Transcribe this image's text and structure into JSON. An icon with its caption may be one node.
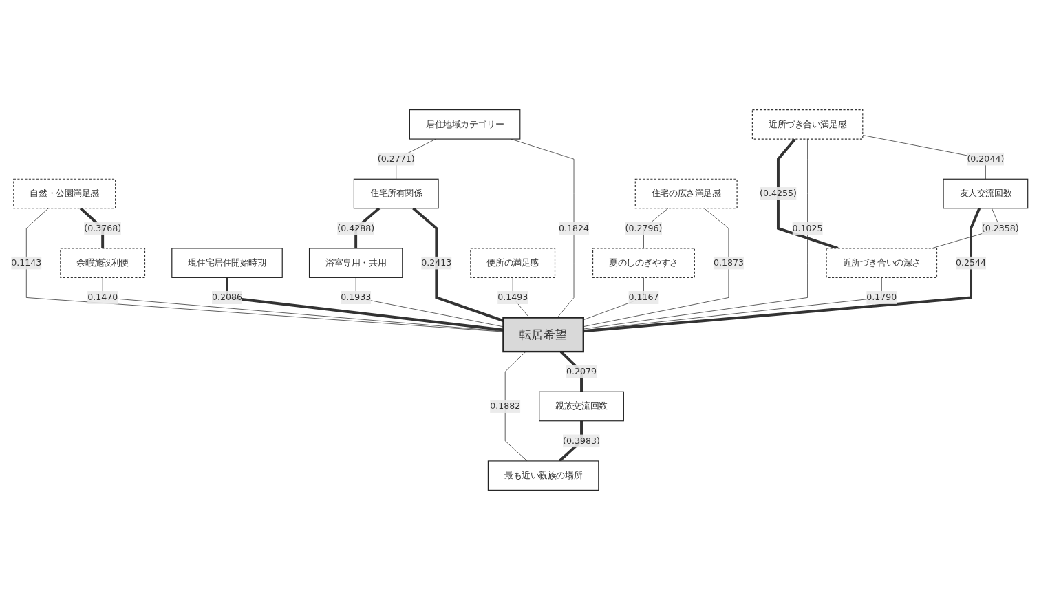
{
  "diagram": {
    "nodes": [
      {
        "text": [
          "自然・公園満足感"
        ]
      },
      {
        "text": [
          "余暇施設利便"
        ]
      },
      {
        "text": [
          "近所づき合い満足感"
        ]
      },
      {
        "text": [
          "居住地域カテゴリー"
        ]
      },
      {
        "text": [
          "友人交流回数"
        ]
      },
      {
        "text": [
          "近所づき合いの深さ"
        ]
      },
      {
        "text": [
          "住宅所有関係"
        ]
      },
      {
        "text": [
          "転居希望"
        ]
      },
      {
        "text": [
          "現住宅居住開始時期"
        ]
      },
      {
        "text": [
          "浴室専用・共用"
        ]
      },
      {
        "text": [
          "親族交流回数"
        ]
      },
      {
        "text": [
          "住宅の広さ満足感"
        ]
      },
      {
        "text": [
          "夏のしのぎやすさ"
        ]
      },
      {
        "text": [
          "便所の満足感"
        ]
      },
      {
        "text": [
          "最も近い親族の場所"
        ]
      }
    ],
    "edges": [
      {
        "from": 0,
        "to": 1,
        "arrow": "none",
        "label": "(0.3768)",
        "style": "thick"
      },
      {
        "from": 0,
        "to": 7,
        "arrow": "none",
        "label": "0.1143"
      },
      {
        "from": 1,
        "to": 7,
        "arrow": "none",
        "label": "0.1470"
      },
      {
        "from": 2,
        "to": 4,
        "arrow": "none",
        "label": "(0.2044)"
      },
      {
        "from": 2,
        "to": 7,
        "arrow": "none",
        "label": "0.1025"
      },
      {
        "from": 2,
        "to": 5,
        "arrow": "none",
        "label": "(0.4255)",
        "style": "thick"
      },
      {
        "from": 4,
        "to": 5,
        "arrow": "none",
        "label": "(0.2358)"
      },
      {
        "from": 3,
        "to": 7,
        "arrow": "none",
        "label": "0.1824"
      },
      {
        "from": 4,
        "to": 7,
        "arrow": "none",
        "label": "0.2544",
        "style": "thick"
      },
      {
        "from": 5,
        "to": 7,
        "arrow": "none",
        "label": "0.1790"
      },
      {
        "from": 3,
        "to": 6,
        "arrow": "none",
        "label": "(0.2771)"
      },
      {
        "from": 6,
        "to": 7,
        "arrow": "none",
        "label": "0.2413",
        "style": "thick"
      },
      {
        "from": 8,
        "to": 7,
        "arrow": "none",
        "label": "0.2086",
        "style": "thick"
      },
      {
        "from": 6,
        "to": 9,
        "arrow": "none",
        "label": "(0.4288)",
        "style": "thick"
      },
      {
        "from": 9,
        "to": 7,
        "arrow": "none",
        "label": "0.1933"
      },
      {
        "from": 7,
        "to": 10,
        "arrow": "none",
        "label": "0.2079",
        "style": "thick"
      },
      {
        "from": 11,
        "to": 7,
        "arrow": "none",
        "label": "0.1873"
      },
      {
        "from": 12,
        "to": 7,
        "arrow": "none",
        "label": "0.1167"
      },
      {
        "from": 13,
        "to": 7,
        "arrow": "none",
        "label": "0.1493"
      },
      {
        "from": 7,
        "to": 14,
        "arrow": "none",
        "label": "0.1882"
      },
      {
        "from": 10,
        "to": 14,
        "arrow": "none",
        "label": "(0.3983)",
        "style": "thick"
      },
      {
        "from": 11,
        "to": 12,
        "arrow": "none",
        "label": "(0.2796)"
      }
    ]
  }
}
